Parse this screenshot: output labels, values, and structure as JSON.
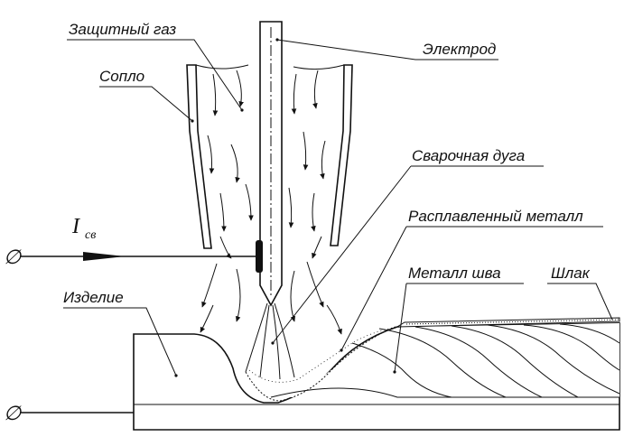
{
  "labels": {
    "shielding_gas": "Защитный газ",
    "nozzle": "Сопло",
    "electrode": "Электрод",
    "welding_arc": "Сварочная дуга",
    "molten_metal": "Расплавленный металл",
    "weld_metal": "Металл шва",
    "slag": "Шлак",
    "workpiece": "Изделие"
  },
  "current": {
    "symbol": "I",
    "subscript": "св"
  },
  "terminal_symbol": "∅"
}
